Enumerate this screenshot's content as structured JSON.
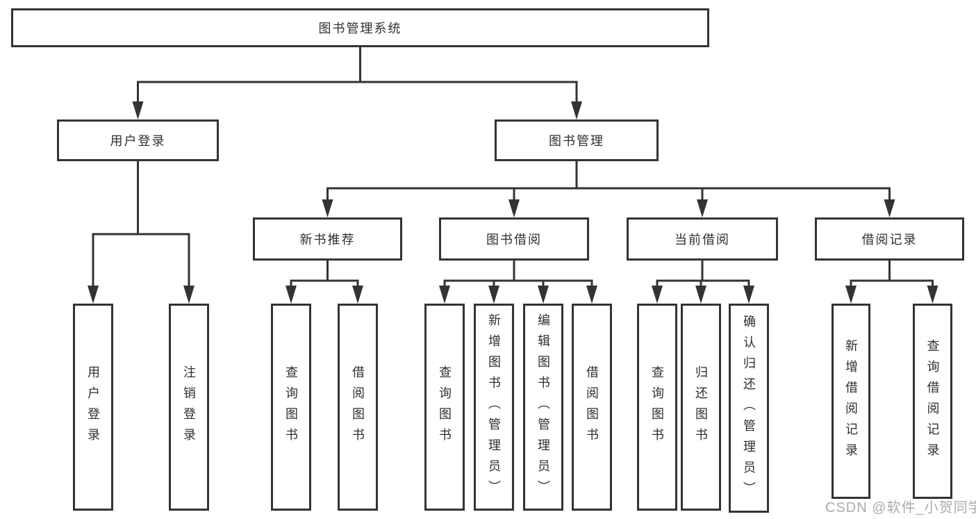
{
  "diagram": {
    "nodes": [
      {
        "id": "root",
        "label": "图书管理系统"
      },
      {
        "id": "user-login",
        "label": "用户登录"
      },
      {
        "id": "book-mgmt",
        "label": "图书管理"
      },
      {
        "id": "new-book-rec",
        "label": "新书推荐"
      },
      {
        "id": "book-borrow",
        "label": "图书借阅"
      },
      {
        "id": "current-borrow",
        "label": "当前借阅"
      },
      {
        "id": "borrow-records",
        "label": "借阅记录"
      },
      {
        "id": "leaf-user-login",
        "label": "用户登录"
      },
      {
        "id": "leaf-logout",
        "label": "注销登录"
      },
      {
        "id": "leaf-query-book-1",
        "label": "查询图书"
      },
      {
        "id": "leaf-borrow-book-1",
        "label": "借阅图书"
      },
      {
        "id": "leaf-query-book-2",
        "label": "查询图书"
      },
      {
        "id": "leaf-add-book",
        "label": "新增图书（管理员）"
      },
      {
        "id": "leaf-edit-book",
        "label": "编辑图书（管理员）"
      },
      {
        "id": "leaf-borrow-book-2",
        "label": "借阅图书"
      },
      {
        "id": "leaf-query-book-3",
        "label": "查询图书"
      },
      {
        "id": "leaf-return-book",
        "label": "归还图书"
      },
      {
        "id": "leaf-confirm-return",
        "label": "确认归还（管理员）"
      },
      {
        "id": "leaf-add-borrow-record",
        "label": "新增借阅记录"
      },
      {
        "id": "leaf-query-borrow-record",
        "label": "查询借阅记录"
      }
    ],
    "edges": [
      {
        "from": "root",
        "to": [
          "user-login",
          "book-mgmt"
        ]
      },
      {
        "from": "user-login",
        "to": [
          "leaf-user-login",
          "leaf-logout"
        ]
      },
      {
        "from": "book-mgmt",
        "to": [
          "new-book-rec",
          "book-borrow",
          "current-borrow",
          "borrow-records"
        ]
      },
      {
        "from": "new-book-rec",
        "to": [
          "leaf-query-book-1",
          "leaf-borrow-book-1"
        ]
      },
      {
        "from": "book-borrow",
        "to": [
          "leaf-query-book-2",
          "leaf-add-book",
          "leaf-edit-book",
          "leaf-borrow-book-2"
        ]
      },
      {
        "from": "current-borrow",
        "to": [
          "leaf-query-book-3",
          "leaf-return-book",
          "leaf-confirm-return"
        ]
      },
      {
        "from": "borrow-records",
        "to": [
          "leaf-add-borrow-record",
          "leaf-query-borrow-record"
        ]
      }
    ],
    "colors": {
      "line": "#333333",
      "text": "#2f2f2f",
      "background": "#ffffff",
      "watermark": "#ababab"
    }
  },
  "watermark": {
    "text": "CSDN @软件_小贺同学"
  }
}
